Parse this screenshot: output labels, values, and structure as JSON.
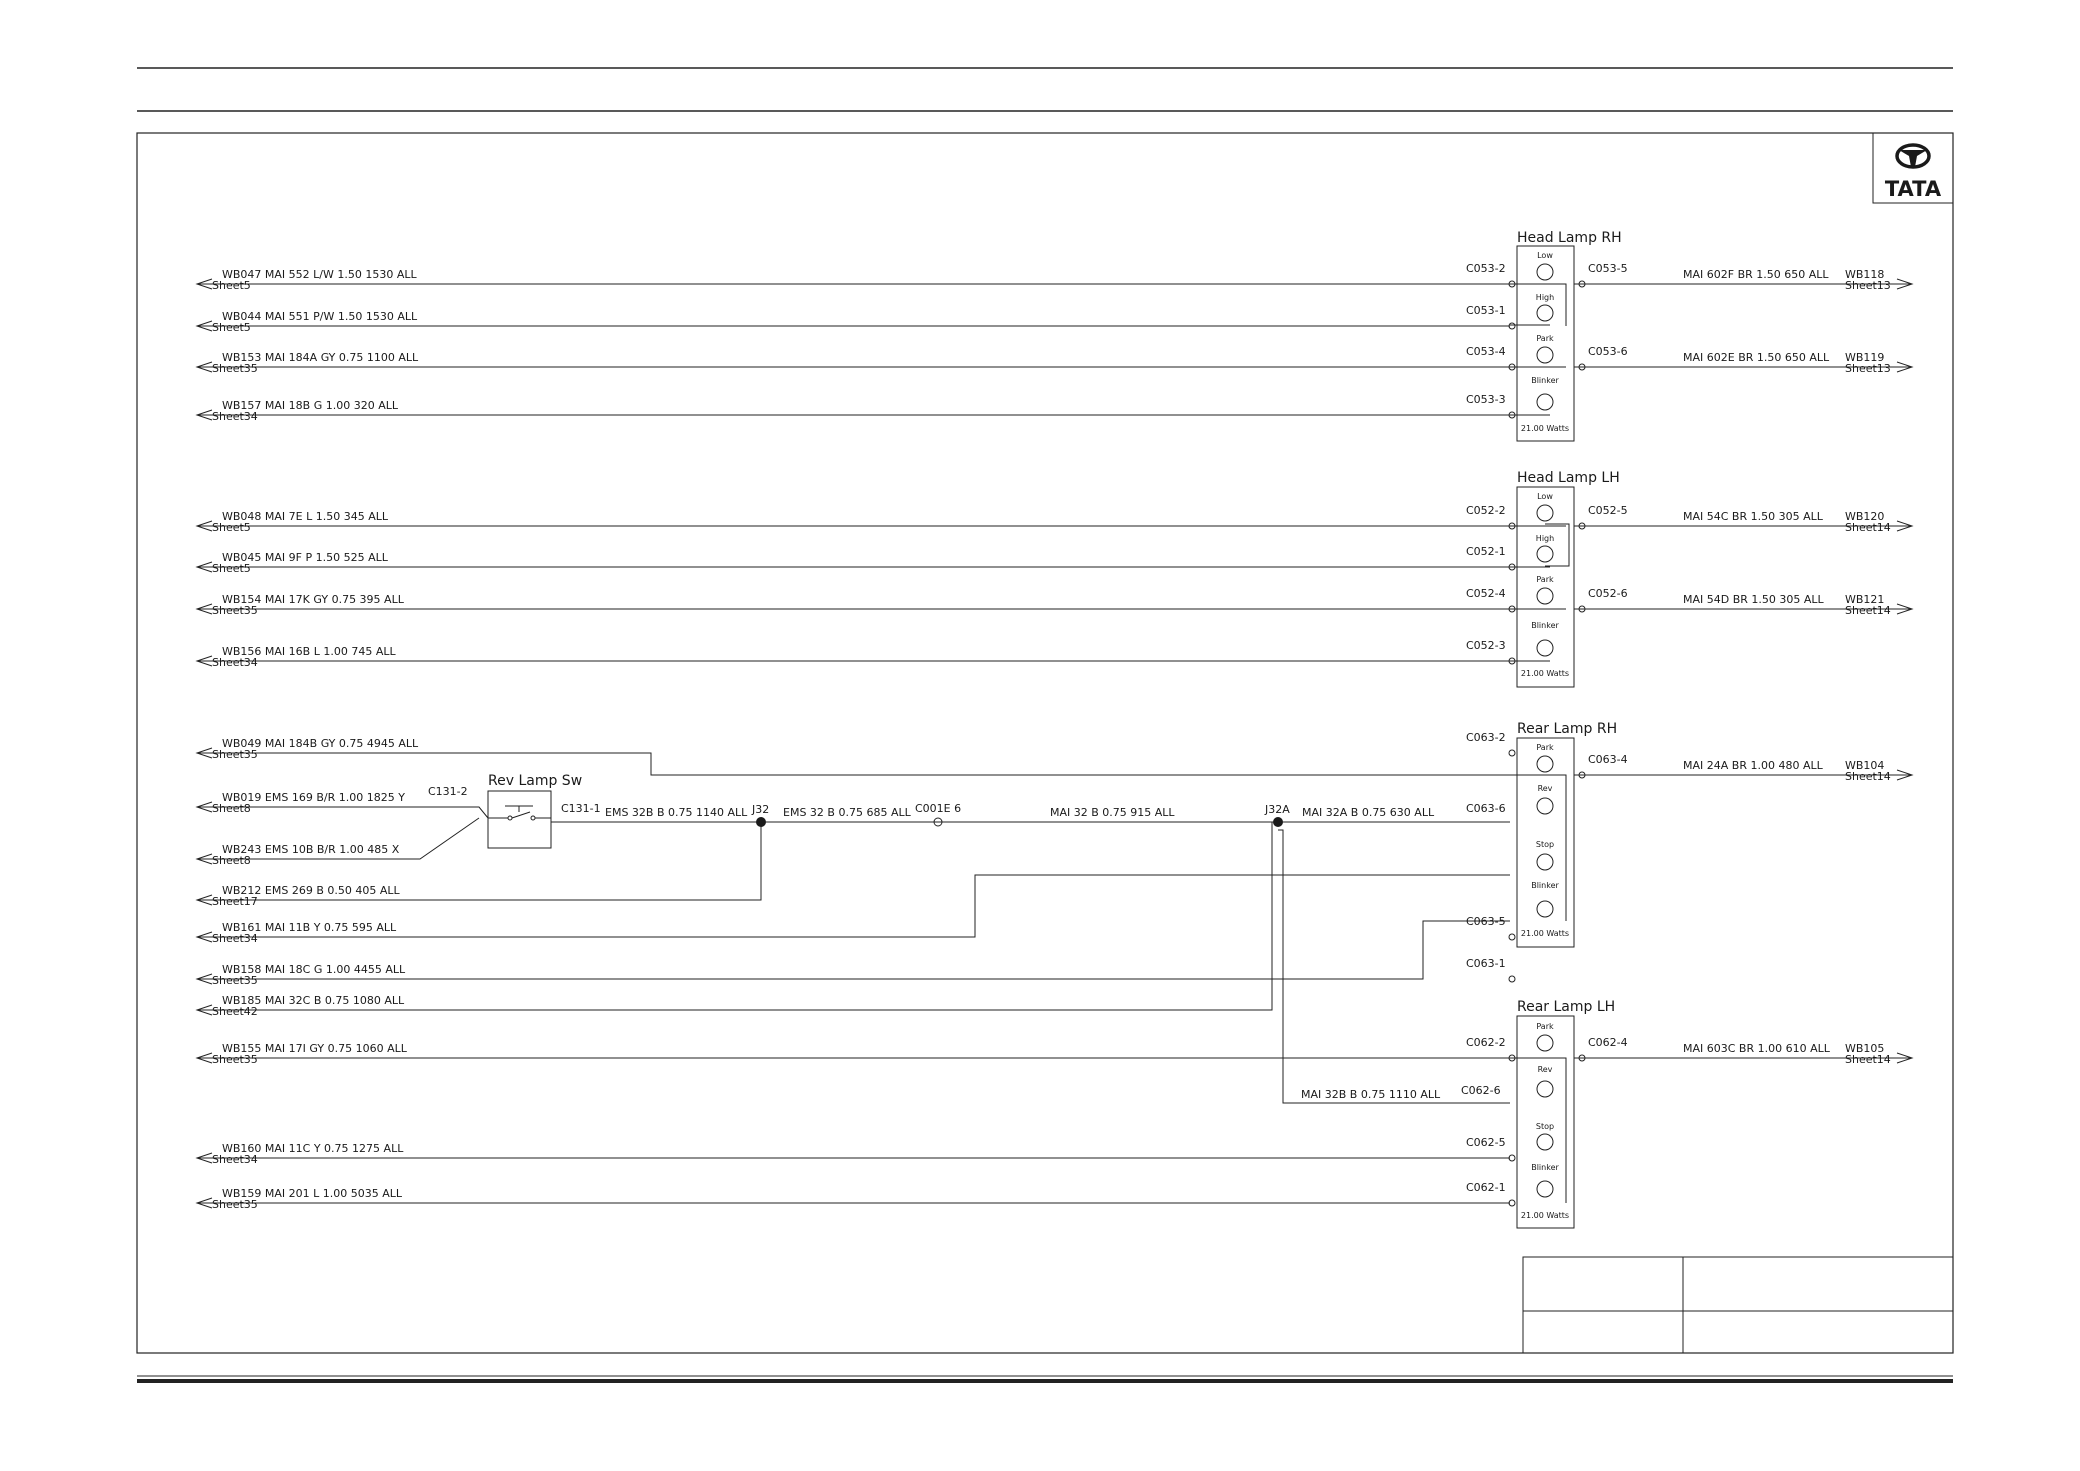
{
  "logo": {
    "text": "TATA",
    "icon": "tata-logo-icon"
  },
  "lamps": [
    {
      "title": "Head Lamp RH",
      "cells": [
        "Low",
        "High",
        "Park",
        "Blinker"
      ],
      "watts": "21.00 Watts"
    },
    {
      "title": "Head Lamp LH",
      "cells": [
        "Low",
        "High",
        "Park",
        "Blinker"
      ],
      "watts": "21.00 Watts"
    },
    {
      "title": "Rear Lamp RH",
      "cells": [
        "Park",
        "Rev",
        "Stop",
        "Blinker"
      ],
      "watts": "21.00 Watts"
    },
    {
      "title": "Rear Lamp LH",
      "cells": [
        "Park",
        "Rev",
        "Stop",
        "Blinker"
      ],
      "watts": "21.00 Watts"
    }
  ],
  "left_wires": [
    {
      "label": "WB047 MAI  552 L/W 1.50 1530 ALL",
      "sheet": "Sheet5",
      "conn": "C053-2"
    },
    {
      "label": "WB044 MAI  551 P/W 1.50 1530 ALL",
      "sheet": "Sheet5",
      "conn": "C053-1"
    },
    {
      "label": "WB153 MAI  184A GY 0.75 1100 ALL",
      "sheet": "Sheet35",
      "conn": "C053-4"
    },
    {
      "label": "WB157 MAI  18B G 1.00 320 ALL",
      "sheet": "Sheet34",
      "conn": "C053-3"
    },
    {
      "label": "WB048 MAI  7E L 1.50 345 ALL",
      "sheet": "Sheet5",
      "conn": "C052-2"
    },
    {
      "label": "WB045 MAI  9F P 1.50 525 ALL",
      "sheet": "Sheet5",
      "conn": "C052-1"
    },
    {
      "label": "WB154 MAI  17K GY 0.75 395 ALL",
      "sheet": "Sheet35",
      "conn": "C052-4"
    },
    {
      "label": "WB156 MAI  16B L 1.00 745 ALL",
      "sheet": "Sheet34",
      "conn": "C052-3"
    },
    {
      "label": "WB049 MAI  184B GY 0.75 4945 ALL",
      "sheet": "Sheet35",
      "conn": "C063-2"
    },
    {
      "label": "WB019 EMS  169 B/R 1.00 1825 Y",
      "sheet": "Sheet8",
      "conn": "C131-2"
    },
    {
      "label": "WB243 EMS  10B B/R 1.00 485 X",
      "sheet": "Sheet8",
      "conn": ""
    },
    {
      "label": "WB212 EMS  269 B 0.50 405 ALL",
      "sheet": "Sheet17",
      "conn": ""
    },
    {
      "label": "WB161 MAI  11B Y 0.75 595 ALL",
      "sheet": "Sheet34",
      "conn": "C063-5"
    },
    {
      "label": "WB158 MAI  18C G 1.00 4455 ALL",
      "sheet": "Sheet35",
      "conn": "C063-1"
    },
    {
      "label": "WB185 MAI  32C B 0.75 1080 ALL",
      "sheet": "Sheet42",
      "conn": ""
    },
    {
      "label": "WB155 MAI  17I GY 0.75 1060 ALL",
      "sheet": "Sheet35",
      "conn": "C062-2"
    },
    {
      "label": "WB160 MAI  11C Y 0.75 1275 ALL",
      "sheet": "Sheet34",
      "conn": "C062-5"
    },
    {
      "label": "WB159 MAI  201 L 1.00 5035 ALL",
      "sheet": "Sheet35",
      "conn": "C062-1"
    }
  ],
  "right_wires": [
    {
      "conn": "C053-5",
      "label": "MAI  602F BR 1.50 650 ALL",
      "id": "WB118",
      "sheet": "Sheet13"
    },
    {
      "conn": "C053-6",
      "label": "MAI  602E BR 1.50 650 ALL",
      "id": "WB119",
      "sheet": "Sheet13"
    },
    {
      "conn": "C052-5",
      "label": "MAI  54C BR 1.50 305 ALL",
      "id": "WB120",
      "sheet": "Sheet14"
    },
    {
      "conn": "C052-6",
      "label": "MAI  54D BR 1.50 305 ALL",
      "id": "WB121",
      "sheet": "Sheet14"
    },
    {
      "conn": "C063-4",
      "label": "MAI  24A BR 1.00 480 ALL",
      "id": "WB104",
      "sheet": "Sheet14"
    },
    {
      "conn": "C062-4",
      "label": "MAI  603C BR 1.00 610 ALL",
      "id": "WB105",
      "sheet": "Sheet14"
    }
  ],
  "switch": {
    "title": "Rev Lamp Sw",
    "conn_out": "C131-1"
  },
  "center_labels": {
    "seg1": "EMS   32B B 0.75 1140 ALL",
    "j32": "J32",
    "seg2": "EMS   32 B 0.75 685 ALL",
    "c001e": "C001E 6",
    "seg3": "MAI    32 B 0.75 915 ALL",
    "j32a": "J32A",
    "seg4": "MAI   32A B 0.75 630 ALL",
    "c063_6": "C063-6",
    "seg5": "MAI   32B B 0.75 1110 ALL",
    "c062_6": "C062-6"
  }
}
